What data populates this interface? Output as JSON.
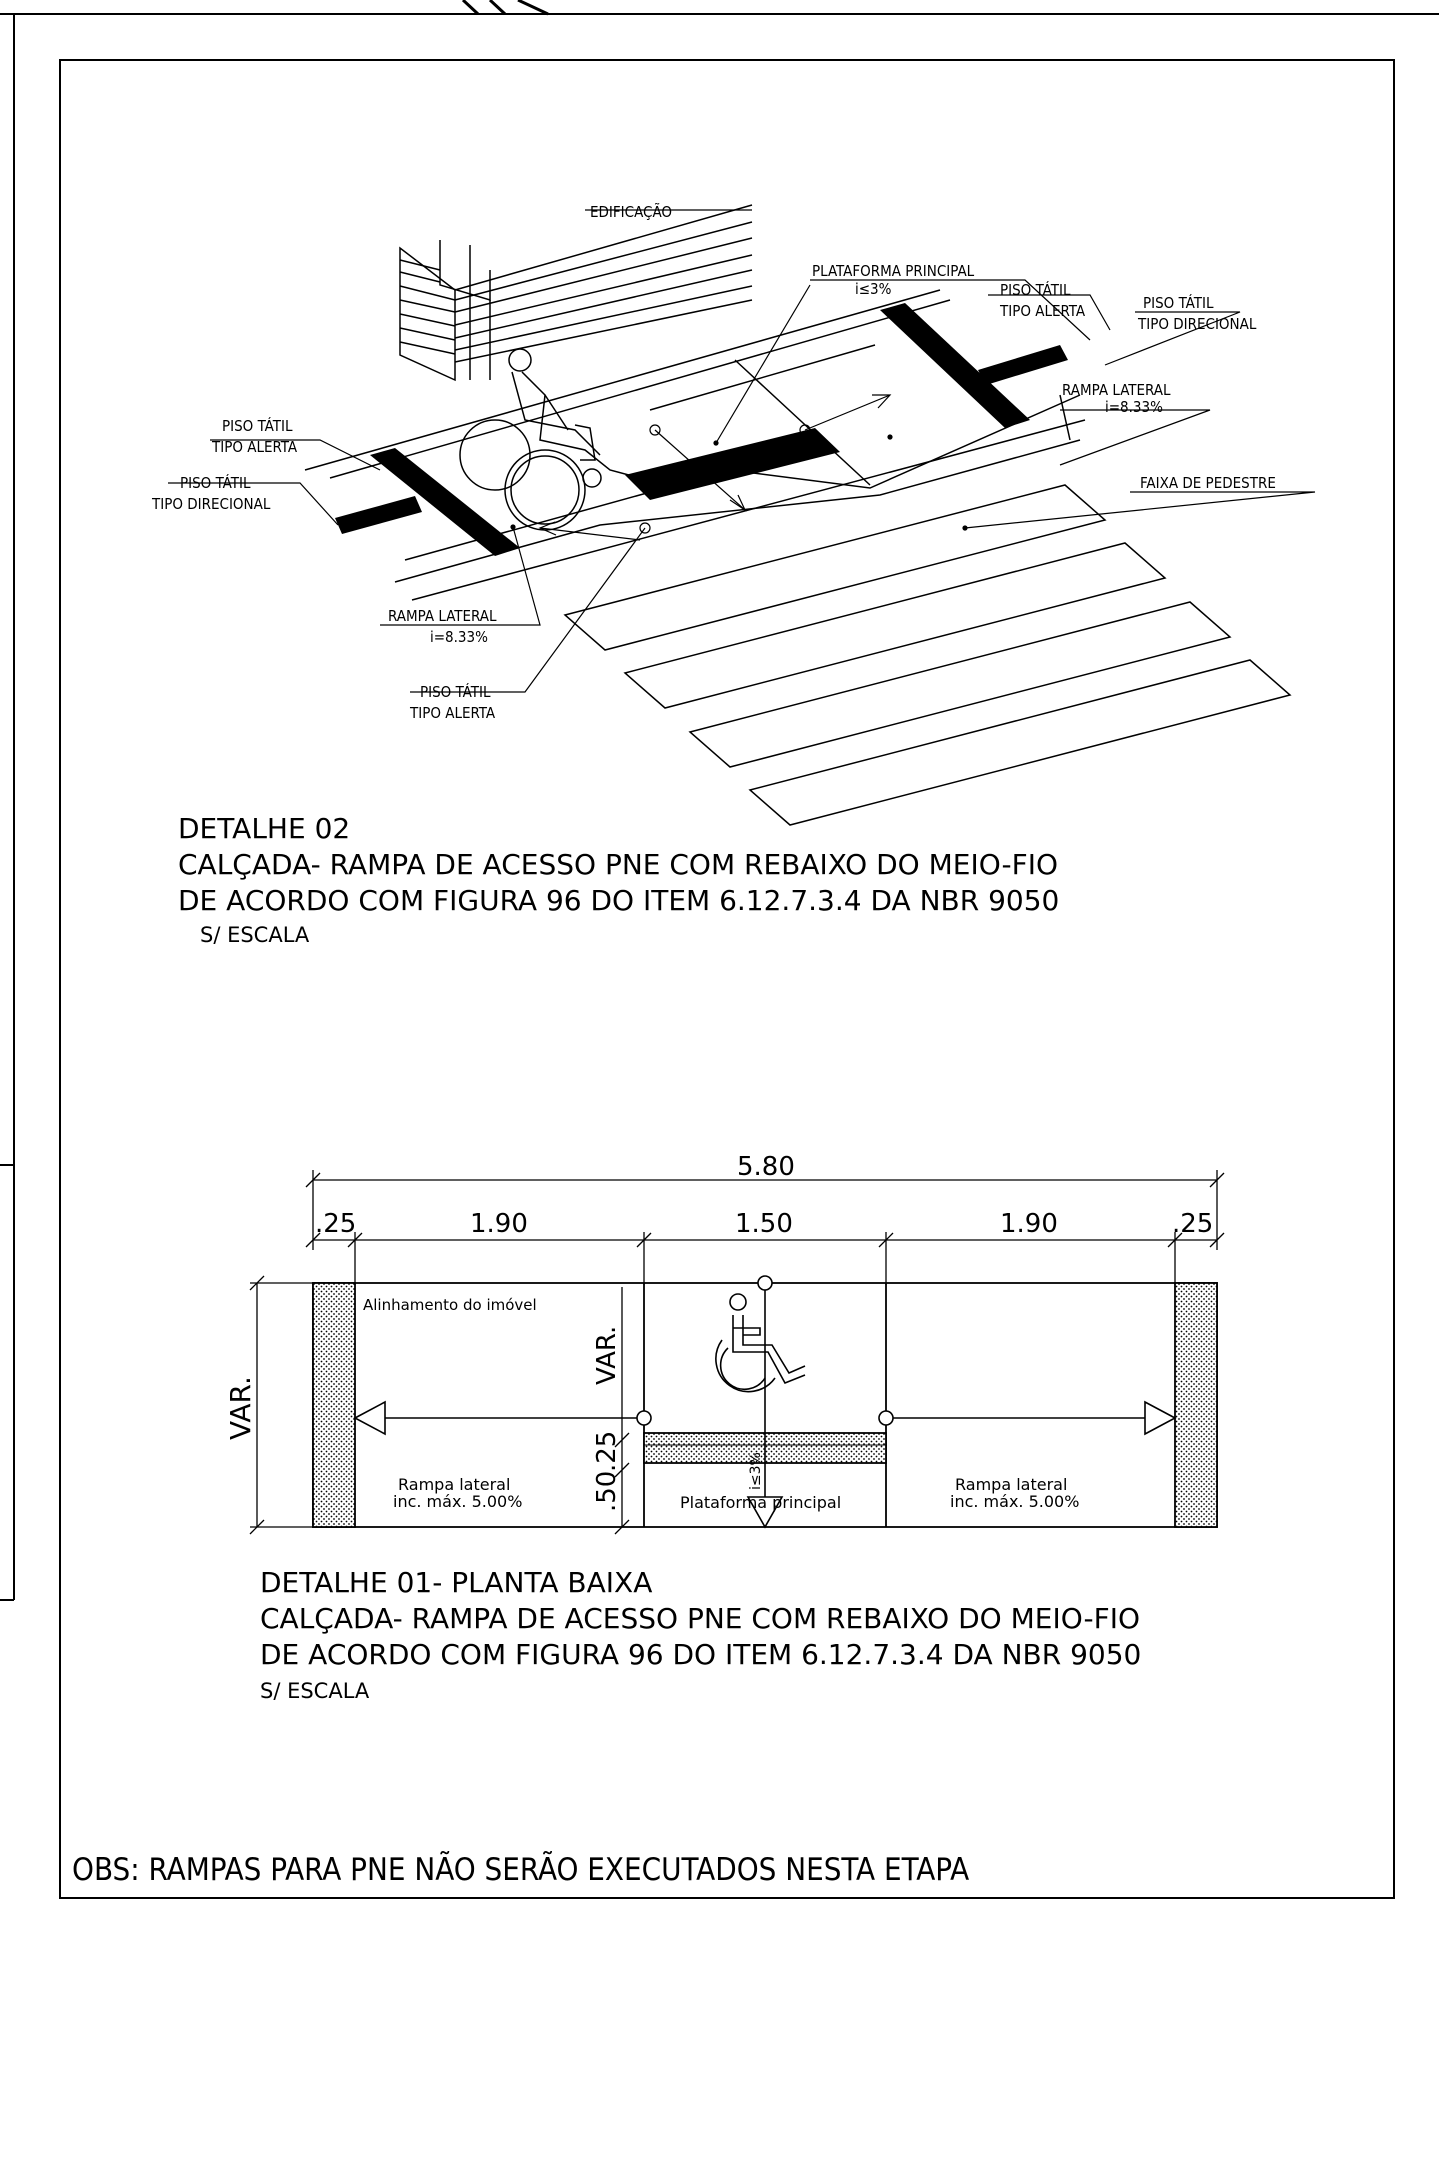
{
  "detail02": {
    "labels": {
      "edificacao": "EDIFICAÇÃO",
      "plataforma_principal": "PLATAFORMA PRINCIPAL",
      "plataforma_slope": "i≤3%",
      "piso_tatil_1": "PISO TÁTIL",
      "tipo_alerta_1": "TIPO ALERTA",
      "piso_tatil_2": "PISO TÁTIL",
      "tipo_direcional_2": "TIPO DIRECIONAL",
      "rampa_lateral_r": "RAMPA LATERAL",
      "rampa_slope_r": "i=8.33%",
      "faixa_pedestre": "FAIXA DE PEDESTRE",
      "piso_tatil_3": "PISO TÁTIL",
      "tipo_alerta_3": "TIPO ALERTA",
      "piso_tatil_4": "PISO TÁTIL",
      "tipo_direcional_4": "TIPO DIRECIONAL",
      "rampa_lateral_l": "RAMPA LATERAL",
      "rampa_slope_l": "i=8.33%",
      "piso_tatil_5": "PISO TÁTIL",
      "tipo_alerta_5": "TIPO ALERTA"
    },
    "title": "DETALHE 02",
    "line1": "CALÇADA- RAMPA DE ACESSO PNE COM REBAIXO DO MEIO-FIO",
    "line2": "DE ACORDO COM FIGURA 96 DO ITEM 6.12.7.3.4 DA NBR 9050",
    "scale": "S/ ESCALA"
  },
  "detail01": {
    "dims": {
      "total": "5.80",
      "d1": ".25",
      "d2": "1.90",
      "d3": "1.50",
      "d4": "1.90",
      "d5": ".25",
      "var_left": "VAR.",
      "var_inner": "VAR.",
      "v25": ".25",
      "v50": ".50"
    },
    "labels": {
      "alinhamento": "Alinhamento do imóvel",
      "rampa_l1": "Rampa lateral",
      "rampa_l2": "inc. máx. 5.00%",
      "plataforma": "Plataforma principal",
      "slope": "i≤3%",
      "rampa_r1": "Rampa lateral",
      "rampa_r2": "inc. máx. 5.00%"
    },
    "title": "DETALHE 01- PLANTA BAIXA",
    "line1": "CALÇADA- RAMPA DE ACESSO PNE COM REBAIXO DO MEIO-FIO",
    "line2": "DE ACORDO COM FIGURA 96 DO ITEM 6.12.7.3.4 DA NBR 9050",
    "scale": "S/ ESCALA"
  },
  "obs": "OBS: RAMPAS PARA PNE NÃO SERÃO EXECUTADOS NESTA ETAPA"
}
